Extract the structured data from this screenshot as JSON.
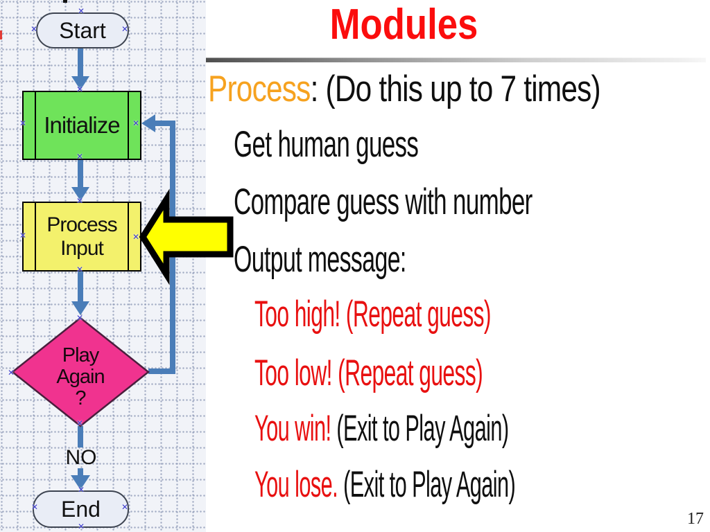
{
  "slide": {
    "title": "Modules",
    "page_number": "17"
  },
  "flowchart": {
    "start_label": "Start",
    "initialize_label": "Initialize",
    "process_line1": "Process",
    "process_line2": "Input",
    "decision_line1": "Play",
    "decision_line2": "Again",
    "decision_line3": "?",
    "no_branch_label": "NO",
    "end_label": "End"
  },
  "content": {
    "line1": {
      "lead": "Process",
      "rest": ": (Do this up to 7 times)"
    },
    "line2": {
      "text": "Get human guess"
    },
    "line3": {
      "text": "Compare guess with number"
    },
    "line4": {
      "text": "Output message:"
    },
    "line5": {
      "text": "Too high! (Repeat guess)"
    },
    "line6": {
      "text": "Too low! (Repeat guess)"
    },
    "line7": {
      "lead": "You win!",
      "rest": " (Exit to Play Again)"
    },
    "line8": {
      "lead": "You lose.",
      "rest": " (Exit to Play Again)"
    }
  },
  "icons": {
    "selection_handle": "✕"
  },
  "colors": {
    "connector_blue": "#4a7db8",
    "terminator_fill": "#e9edf6",
    "initialize_fill": "#6fe35a",
    "process_fill": "#f3f16c",
    "decision_fill": "#f0338f",
    "callout_arrow_fill": "#ffff00",
    "title_red": "#fb0d0d",
    "body_red": "#e81010",
    "process_orange": "#f6a21f"
  }
}
